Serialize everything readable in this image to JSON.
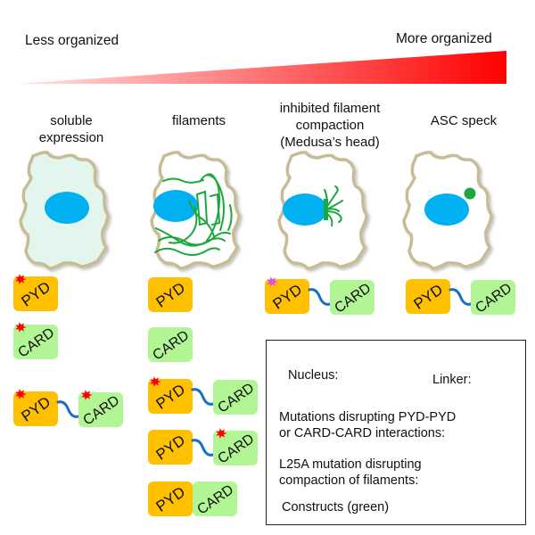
{
  "gradient": {
    "left_label": "Less organized",
    "right_label": "More organized",
    "start_color": "#ffe5e5",
    "end_color": "#ff0000"
  },
  "columns": [
    {
      "title_lines": [
        "soluble",
        "expression"
      ],
      "cell_state": "soluble"
    },
    {
      "title_lines": [
        "filaments"
      ],
      "cell_state": "filaments"
    },
    {
      "title_lines": [
        "inhibited filament",
        "compaction",
        "(Medusa’s head)"
      ],
      "cell_state": "medusa-head"
    },
    {
      "title_lines": [
        "ASC speck"
      ],
      "cell_state": "speck"
    }
  ],
  "domains": {
    "pyd_label": "PYD",
    "card_label": "CARD"
  },
  "colors": {
    "pyd": "#ffc000",
    "card": "#b2f595",
    "nucleus": "#00b0f0",
    "linker": "#1a6fc4",
    "filament": "#1aa83c",
    "cell_fill_soluble": "#e3f6ee",
    "cell_outline": "#c8bc95",
    "mutation_red": "#ff0000",
    "mutation_magenta": "#e64fe6"
  },
  "constructs": {
    "soluble": [
      {
        "type": "pyd",
        "mutation": "red"
      },
      {
        "type": "card",
        "mutation": "red"
      },
      {
        "type": "pyd-linker-card",
        "pyd_mutation": "red",
        "card_mutation": "red"
      }
    ],
    "filaments": [
      {
        "type": "pyd"
      },
      {
        "type": "card"
      },
      {
        "type": "pyd-linker-card",
        "pyd_mutation": "red"
      },
      {
        "type": "pyd-linker-card",
        "card_mutation": "red"
      },
      {
        "type": "pyd-card-fused"
      }
    ],
    "medusa": [
      {
        "type": "pyd-linker-card",
        "pyd_mutation": "magenta"
      }
    ],
    "speck": [
      {
        "type": "pyd-linker-card"
      }
    ]
  },
  "legend": {
    "nucleus_label": "Nucleus:",
    "linker_label": "Linker:",
    "mutation_lines": [
      "Mutations disrupting PYD-PYD",
      "or CARD-CARD interactions:"
    ],
    "l25a_lines": [
      "L25A mutation disrupting",
      "compaction of filaments:"
    ],
    "constructs_label": "Constructs (green)"
  }
}
